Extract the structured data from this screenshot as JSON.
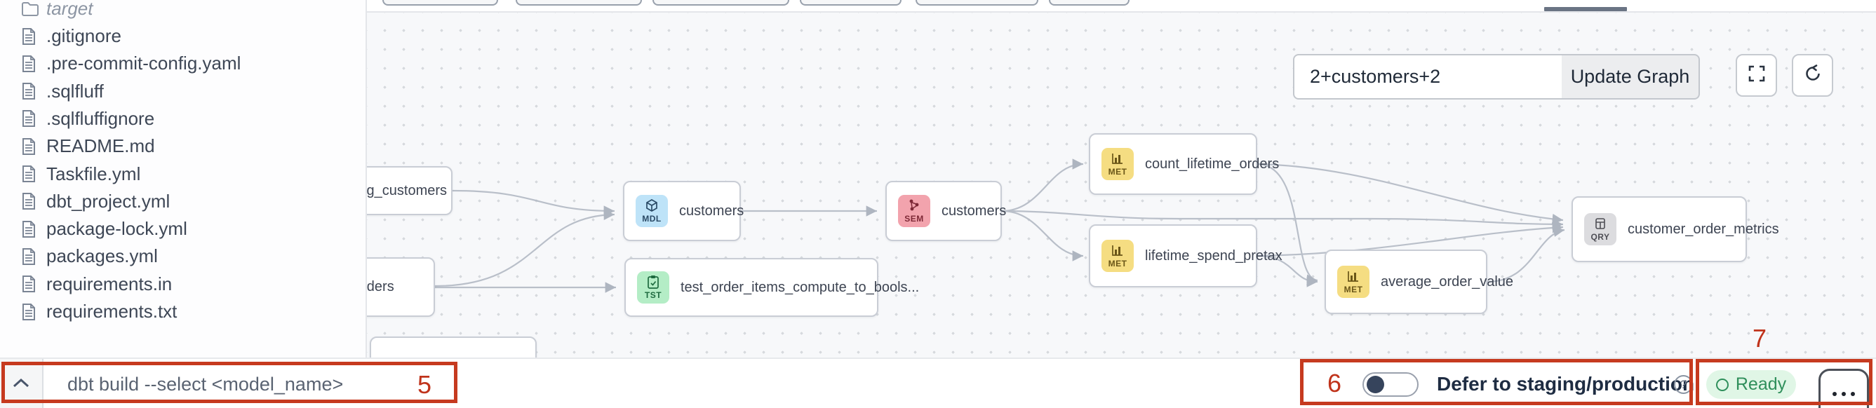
{
  "sidebar": {
    "folder_label": "target",
    "files": [
      ".gitignore",
      ".pre-commit-config.yaml",
      ".sqlfluff",
      ".sqlfluffignore",
      "README.md",
      "Taskfile.yml",
      "dbt_project.yml",
      "package-lock.yml",
      "packages.yml",
      "requirements.in",
      "requirements.txt"
    ]
  },
  "graph": {
    "controls": {
      "selector_value": "2+customers+2",
      "update_button_label": "Update Graph"
    },
    "nodes": [
      {
        "label": "stg_customers",
        "badge": null
      },
      {
        "label": "orders",
        "badge": null
      },
      {
        "label": "customers",
        "badge": "MDL"
      },
      {
        "label": "test_order_items_compute_to_bools...",
        "badge": "TST"
      },
      {
        "label": "customers",
        "badge": "SEM"
      },
      {
        "label": "count_lifetime_orders",
        "badge": "MET"
      },
      {
        "label": "lifetime_spend_pretax",
        "badge": "MET"
      },
      {
        "label": "average_order_value",
        "badge": "MET"
      },
      {
        "label": "customer_order_metrics",
        "badge": "QRY"
      }
    ]
  },
  "bottom_bar": {
    "command_placeholder": "dbt build --select <model_name>",
    "defer_label": "Defer to staging/production",
    "help_glyph": "?",
    "status_label": "Ready"
  },
  "annotations": {
    "five": "5",
    "six": "6",
    "seven": "7"
  },
  "colors": {
    "annotation_red": "#c63a1f",
    "ready_green": "#2f8f5b",
    "ready_bg": "#e0f6e6",
    "badge_mdl": "#bee3f8",
    "badge_tst": "#b4edc6",
    "badge_sem": "#f2a3ad",
    "badge_met": "#f5dd82",
    "badge_qry": "#dcdcdf",
    "toggle_knob": "#36445c"
  }
}
